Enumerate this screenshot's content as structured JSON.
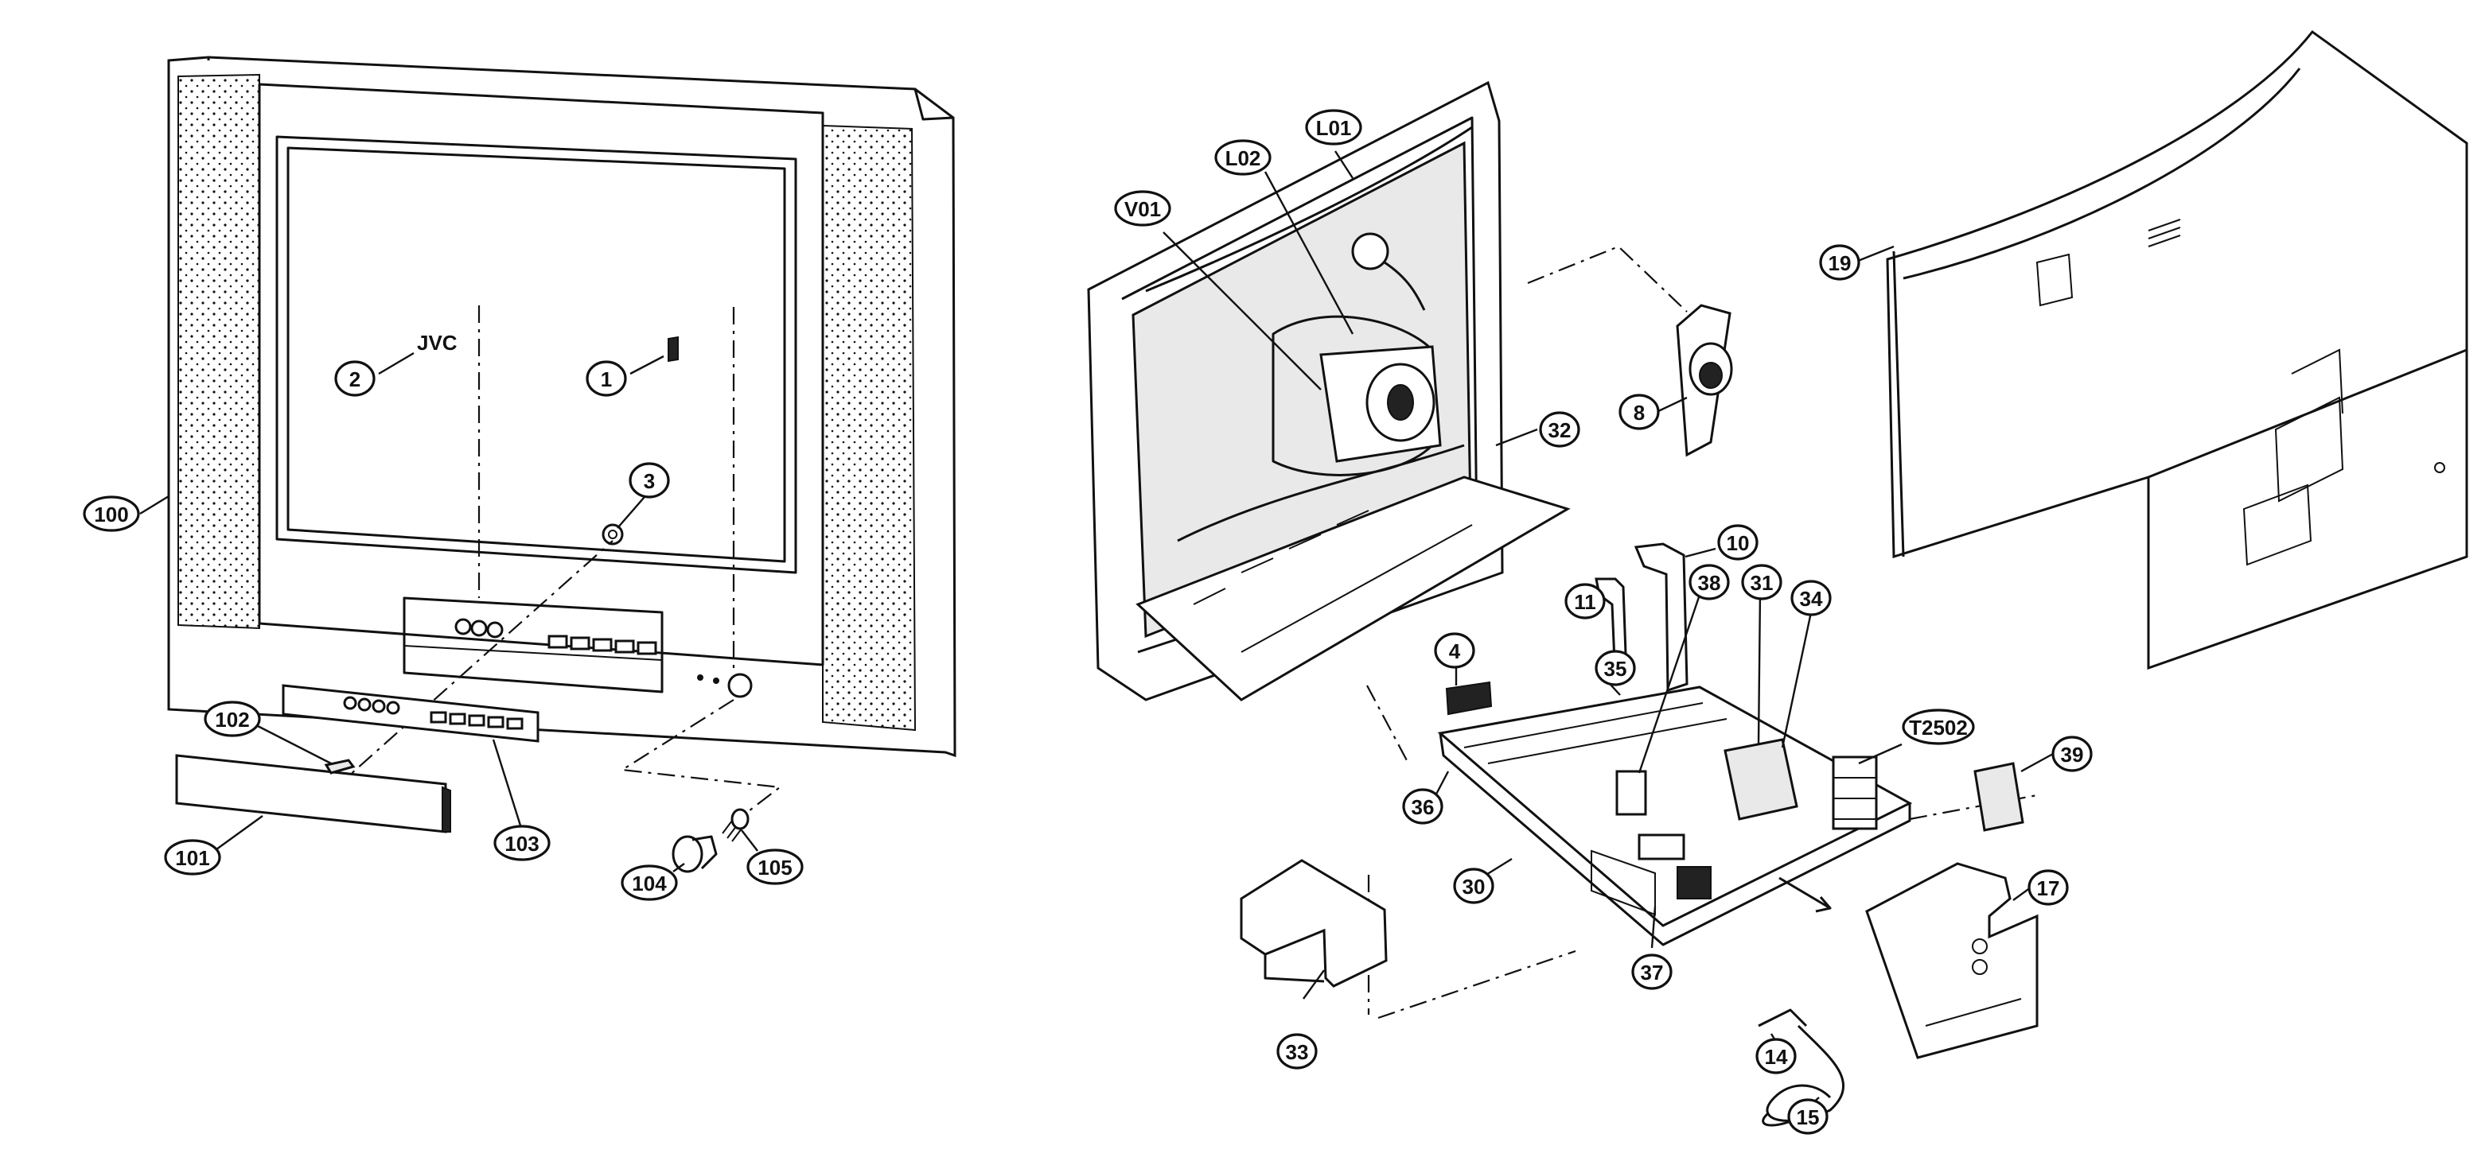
{
  "callouts": [
    {
      "id": "c100",
      "label": "100"
    },
    {
      "id": "c2",
      "label": "2"
    },
    {
      "id": "c1",
      "label": "1"
    },
    {
      "id": "c3",
      "label": "3"
    },
    {
      "id": "c102",
      "label": "102"
    },
    {
      "id": "c101",
      "label": "101"
    },
    {
      "id": "c103",
      "label": "103"
    },
    {
      "id": "c104",
      "label": "104"
    },
    {
      "id": "c105",
      "label": "105"
    },
    {
      "id": "cV01",
      "label": "V01"
    },
    {
      "id": "cL02",
      "label": "L02"
    },
    {
      "id": "cL01",
      "label": "L01"
    },
    {
      "id": "c8",
      "label": "8"
    },
    {
      "id": "c32",
      "label": "32"
    },
    {
      "id": "c10",
      "label": "10"
    },
    {
      "id": "c11",
      "label": "11"
    },
    {
      "id": "c4",
      "label": "4"
    },
    {
      "id": "c35",
      "label": "35"
    },
    {
      "id": "c38",
      "label": "38"
    },
    {
      "id": "c31",
      "label": "31"
    },
    {
      "id": "c34",
      "label": "34"
    },
    {
      "id": "cT2502",
      "label": "T2502"
    },
    {
      "id": "c39",
      "label": "39"
    },
    {
      "id": "c36",
      "label": "36"
    },
    {
      "id": "c30",
      "label": "30"
    },
    {
      "id": "c37",
      "label": "37"
    },
    {
      "id": "c17",
      "label": "17"
    },
    {
      "id": "c33",
      "label": "33"
    },
    {
      "id": "c14",
      "label": "14"
    },
    {
      "id": "c15",
      "label": "15"
    },
    {
      "id": "c19",
      "label": "19"
    }
  ],
  "logo_text": "JVC"
}
